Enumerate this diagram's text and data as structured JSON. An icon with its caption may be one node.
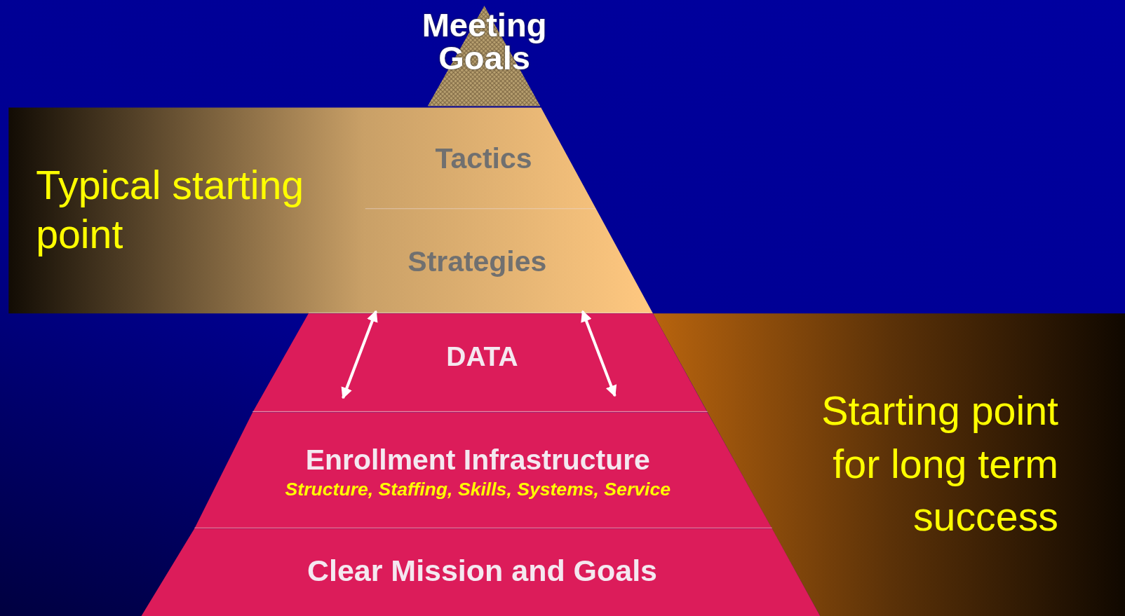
{
  "diagram": {
    "nodes": [
      {
        "text": [
          "Meeting Goals"
        ]
      },
      {
        "text": [
          "Typical starting point"
        ]
      },
      {
        "text": [
          "Tactics"
        ],
        "in": 1
      },
      {
        "text": [
          "Strategies"
        ],
        "in": 1
      },
      {
        "text": [
          "DATA"
        ]
      },
      {
        "text": [
          "Enrollment Infrastructure",
          "Structure, Staffing, Skills, Systems, Service"
        ]
      },
      {
        "text": [
          "Clear Mission and Goals"
        ]
      },
      {
        "text": [
          "Starting point for long term success"
        ]
      }
    ],
    "edges": [
      {
        "from": 4,
        "to": 3,
        "arrow": "both"
      },
      {
        "from": 4,
        "to": 3,
        "arrow": "both"
      }
    ]
  }
}
